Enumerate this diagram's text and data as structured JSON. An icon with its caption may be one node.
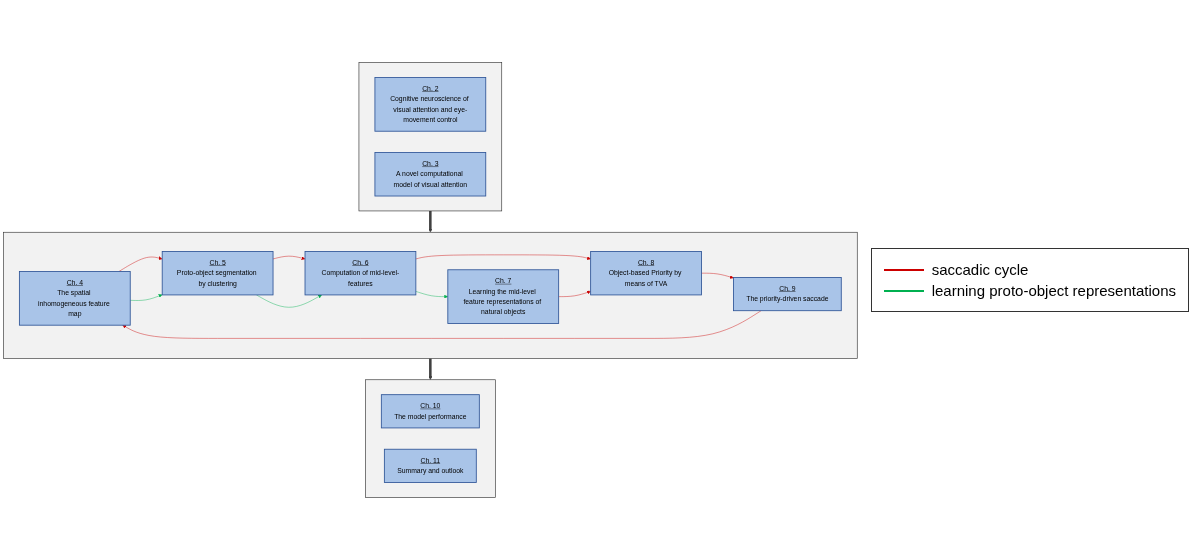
{
  "diagram": {
    "nodes": [
      {
        "text": [],
        "shape": "box"
      },
      {
        "text": [
          "Ch. 2",
          "Cognitive neuroscience of visual attention and eye-movement control"
        ],
        "in": 0
      },
      {
        "text": [
          "Ch. 3",
          "A novel computational model of visual attention"
        ],
        "in": 0
      },
      {
        "text": [],
        "shape": "box"
      },
      {
        "text": [
          "Ch. 10",
          "The model performance"
        ],
        "in": 3
      },
      {
        "text": [
          "Ch. 11",
          "Summary and outlook"
        ],
        "in": 3
      },
      {
        "text": [],
        "shape": "box"
      },
      {
        "text": [
          "Ch. 4",
          "The spatial inhomogeneous feature map"
        ],
        "in": 6
      },
      {
        "text": [
          "Ch. 5",
          "Proto-object segmentation by clustering"
        ],
        "in": 6
      },
      {
        "text": [
          "Ch. 6",
          "Computation of mid-level-features"
        ],
        "in": 6
      },
      {
        "text": [
          "Ch. 8",
          "Object-based Priority by means of TVA"
        ],
        "in": 6
      },
      {
        "text": [
          "Ch. 9",
          "The priority-driven saccade"
        ],
        "in": 6
      },
      {
        "text": [
          "Ch. 7",
          "Learning the mid-level feature representations of natural objects"
        ],
        "in": 6
      }
    ],
    "edges": [
      {
        "from": 0,
        "to": 6,
        "arrow": "to",
        "style": "thick",
        "color": "#404040"
      },
      {
        "from": 6,
        "to": 3,
        "arrow": "to",
        "style": "thick",
        "color": "#404040"
      },
      {
        "from": 7,
        "to": 8,
        "arrow": "to",
        "color": "#cc0000"
      },
      {
        "from": 8,
        "to": 9,
        "arrow": "to",
        "color": "#cc0000"
      },
      {
        "from": 9,
        "to": 10,
        "arrow": "to",
        "color": "#cc0000"
      },
      {
        "from": 10,
        "to": 11,
        "arrow": "to",
        "color": "#cc0000"
      },
      {
        "from": 11,
        "to": 7,
        "arrow": "to",
        "color": "#cc0000"
      },
      {
        "from": 12,
        "to": 10,
        "arrow": "to",
        "color": "#cc0000"
      },
      {
        "from": 7,
        "to": 8,
        "arrow": "to",
        "color": "#00b050"
      },
      {
        "from": 8,
        "to": 9,
        "arrow": "to",
        "color": "#00b050"
      },
      {
        "from": 9,
        "to": 12,
        "arrow": "to",
        "color": "#00b050"
      }
    ],
    "legend": [
      {
        "text": "saccadic cycle"
      },
      {
        "text": "learning proto-object representations"
      }
    ]
  }
}
